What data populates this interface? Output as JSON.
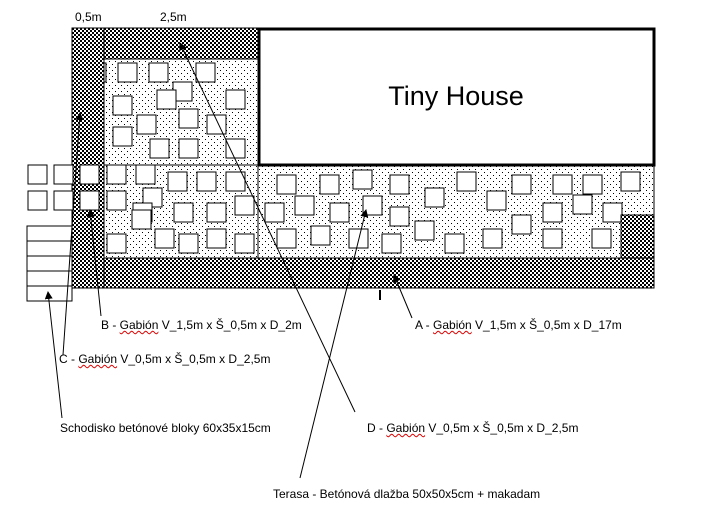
{
  "dimensions": {
    "gabion_width": "0,5m",
    "terrace_width": "2,5m"
  },
  "tiny_house": "Tiny House",
  "labels": {
    "a": {
      "prefix": "A - ",
      "word": "Gabión",
      "rest": " V_1,5m x Š_0,5m x D_17m"
    },
    "b": {
      "prefix": "B - ",
      "word": "Gabión",
      "rest": " V_1,5m x Š_0,5m x D_2m"
    },
    "c": {
      "prefix": "C - ",
      "word": "Gabión",
      "rest": " V_0,5m x Š_0,5m x D_2,5m"
    },
    "d": {
      "prefix": "D - ",
      "word": "Gabión",
      "rest": " V_0,5m x Š_0,5m x D_2,5m"
    },
    "stairs": "Schodisko betónové bloky  60x35x15cm",
    "terrace": "Terasa - Betónová dlažba 50x50x5cm  + makadam"
  }
}
